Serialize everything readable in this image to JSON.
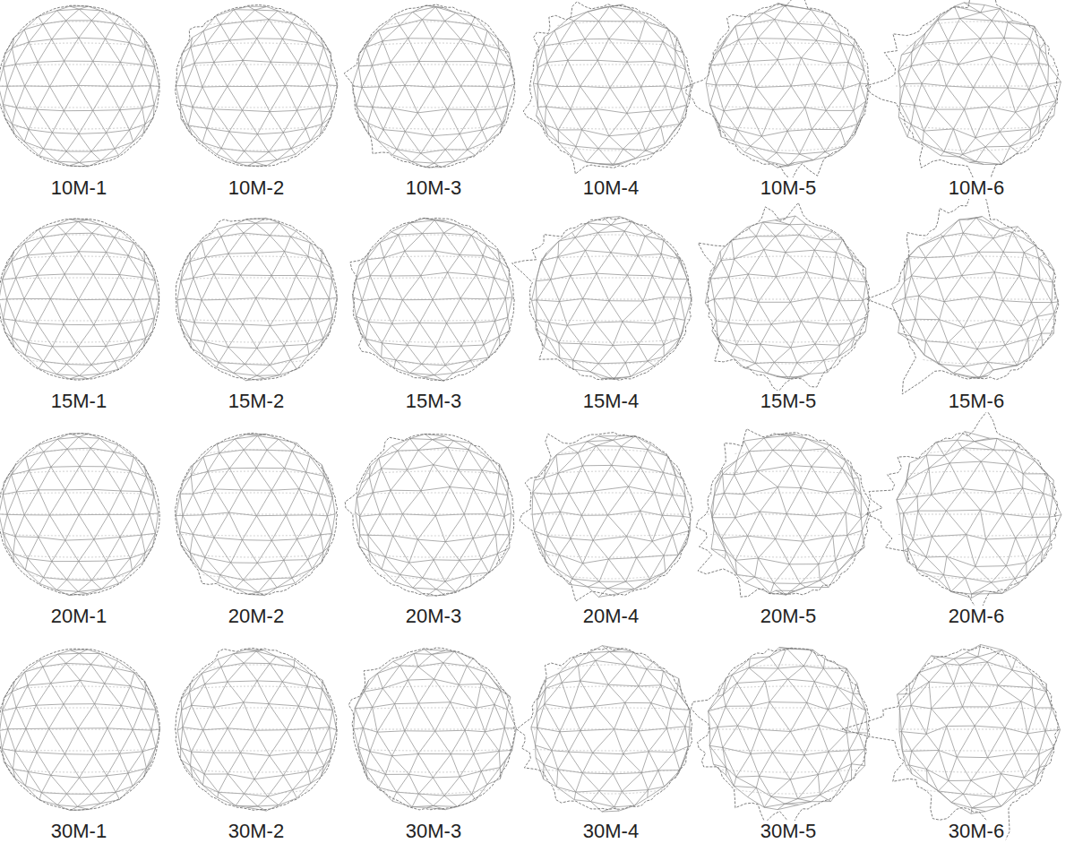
{
  "diagram": {
    "labels": [
      "10M-1",
      "10M-2",
      "10M-3",
      "10M-4",
      "10M-5",
      "10M-6",
      "15M-1",
      "15M-2",
      "15M-3",
      "15M-4",
      "15M-5",
      "15M-6",
      "20M-1",
      "20M-2",
      "20M-3",
      "20M-4",
      "20M-5",
      "20M-6",
      "30M-1",
      "30M-2",
      "30M-3",
      "30M-4",
      "30M-5",
      "30M-6"
    ]
  }
}
